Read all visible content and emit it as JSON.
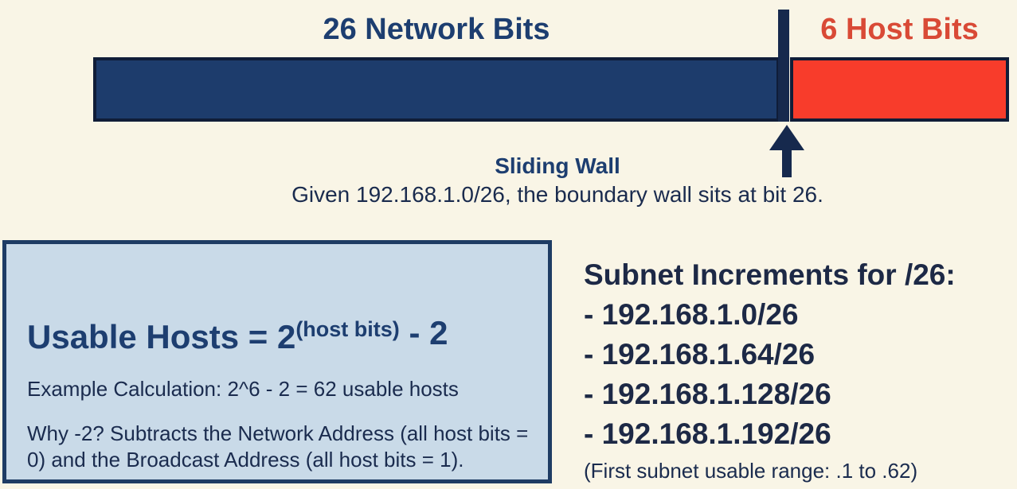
{
  "colors": {
    "bg": "#f9f5e6",
    "navy_fill": "#1d3c6c",
    "border_navy": "#101d38",
    "wall_navy": "#16294d",
    "red_fill": "#f83c2b",
    "red_label": "#d94a36",
    "navy_label": "#1d3e70",
    "body_text": "#1a2b4e",
    "ink": "#1d2946",
    "box_fill": "#c9dae8",
    "box_border": "#1e3c64"
  },
  "bit_bar": {
    "network_label": "26 Network Bits",
    "host_label": "6 Host Bits",
    "network_bits": 26,
    "host_bits": 6
  },
  "sliding_wall": {
    "title": "Sliding Wall",
    "description": "Given 192.168.1.0/26, the boundary wall sits at bit 26."
  },
  "usable_hosts_box": {
    "formula_prefix": "Usable Hosts = 2",
    "formula_superscript": "(host bits)",
    "formula_suffix": " - 2",
    "example": "Example Calculation: 2^6 - 2 = 62 usable hosts",
    "why": "Why -2? Subtracts the Network Address (all host bits = 0) and the Broadcast Address (all host bits = 1)."
  },
  "subnet_increments": {
    "title": "Subnet Increments for /26:",
    "items": [
      "- 192.168.1.0/26",
      "- 192.168.1.64/26",
      "- 192.168.1.128/26",
      "- 192.168.1.192/26"
    ],
    "note": "(First subnet usable range: .1 to .62)"
  }
}
